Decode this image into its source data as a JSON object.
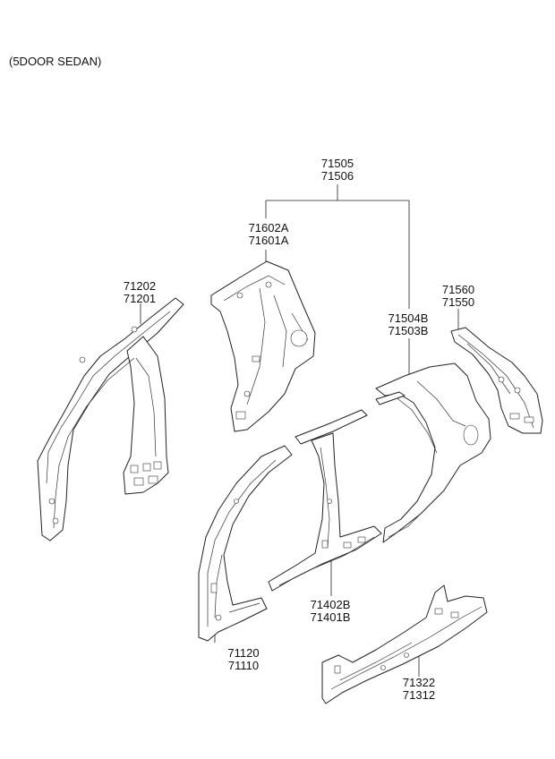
{
  "title": "(5DOOR SEDAN)",
  "labels": {
    "grp_71505": {
      "line1": "71505",
      "line2": "71506"
    },
    "grp_71602": {
      "line1": "71602A",
      "line2": "71601A"
    },
    "grp_71202": {
      "line1": "71202",
      "line2": "71201"
    },
    "grp_71560": {
      "line1": "71560",
      "line2": "71550"
    },
    "grp_71504": {
      "line1": "71504B",
      "line2": "71503B"
    },
    "grp_71402": {
      "line1": "71402B",
      "line2": "71401B"
    },
    "grp_71120": {
      "line1": "71120",
      "line2": "71110"
    },
    "grp_71322": {
      "line1": "71322",
      "line2": "71312"
    }
  }
}
